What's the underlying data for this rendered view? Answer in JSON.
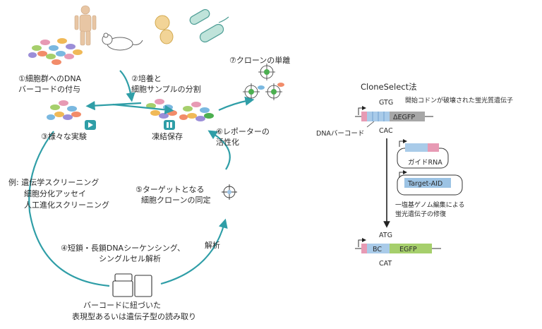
{
  "steps": {
    "s1_line1": "①細胞群へのDNA",
    "s1_line2": "バーコードの付与",
    "s2_line1": "②培養と",
    "s2_line2": "細胞サンプルの分割",
    "s3": "③様々な実験",
    "s4_line1": "④短鎖・長鎖DNAシーケンシング、",
    "s4_line2": "シングルセル解析",
    "s5_line1": "⑤ターゲットとなる",
    "s5_line2": "細胞クローンの同定",
    "s6_line1": "⑥レポーターの",
    "s6_line2": "活性化",
    "s7": "⑦クローンの単離",
    "freeze": "凍結保存",
    "analysis": "解析",
    "readout_line1": "バーコードに紐づいた",
    "readout_line2": "表現型あるいは遺伝子型の読み取り"
  },
  "examples": {
    "line1": "例: 遺伝学スクリーニング",
    "line2": "細胞分化アッセイ",
    "line3": "人工進化スクリーニング"
  },
  "cloneselect": {
    "title": "CloneSelect法",
    "start_codon_label": "開始コドンが破壊された蛍光質遺伝子",
    "codon_top": "GTG",
    "codon_bottom": "CAC",
    "delta_egfp": "ΔEGFP",
    "barcode_label": "DNAバーコード",
    "guide_rna": "ガイドRNA",
    "target_aid": "Target-AID",
    "repair_line1": "一塩基ゲノム編集による",
    "repair_line2": "蛍光遺伝子の修復",
    "fixed_top": "ATG",
    "fixed_bottom": "CAT",
    "bc": "BC",
    "egfp": "EGFP"
  },
  "colors": {
    "arrow": "#2f9ea7",
    "egfp_green": "#a6cf6c",
    "delta_gray": "#a7a7a7",
    "barcode_blue": "#a9cbe9",
    "pink": "#e79ab4",
    "target_blue": "#9cc3e4"
  }
}
